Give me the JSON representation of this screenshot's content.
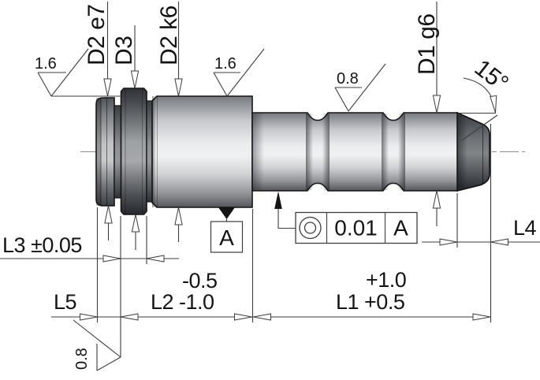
{
  "dims": {
    "l3": {
      "label": "L3 ±0.05"
    },
    "l5": {
      "label": "L5"
    },
    "l2": {
      "label": "L2 -1.0",
      "upper": "-0.5"
    },
    "l1": {
      "label": "L1 +0.5",
      "upper": "+1.0"
    },
    "l4": {
      "label": "L4"
    },
    "angle": {
      "label": "15°"
    }
  },
  "diameters": {
    "d2e7": "D2 e7",
    "d3": "D3",
    "d2k6": "D2 k6",
    "d1g6": "D1 g6"
  },
  "roughness": {
    "flange": "1.6",
    "body": "1.6",
    "spigot": "0.8",
    "face": "0.8"
  },
  "gdt": {
    "symbol": "concentricity",
    "tolerance": "0.01",
    "datum": "A"
  },
  "datum_label": "A",
  "colors": {
    "dimension_line": "#3d3d3d",
    "part_edge": "#141414",
    "centerline": "#8b8b8b",
    "body_light": "#eff1f2",
    "body_dark": "#26292d"
  }
}
